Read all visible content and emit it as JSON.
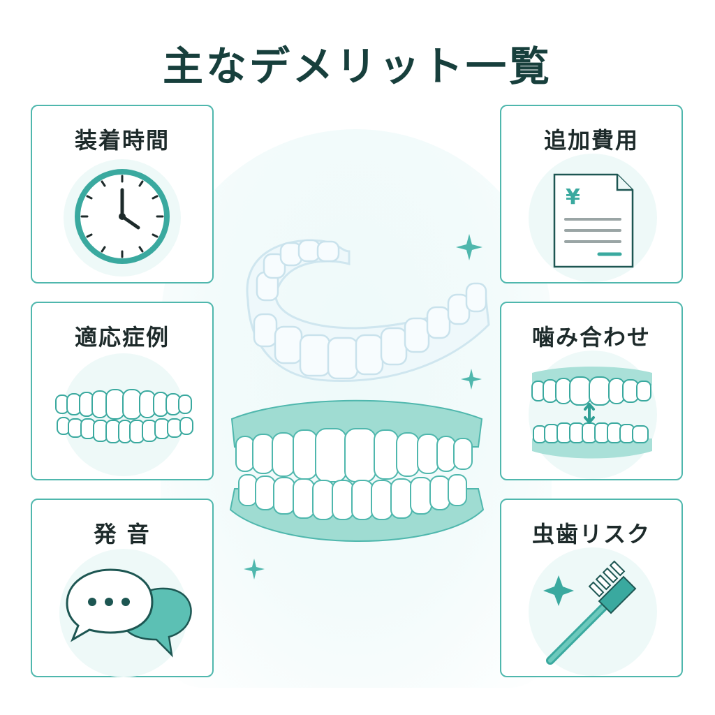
{
  "title": "主なデメリット一覧",
  "cards": {
    "wear_time": {
      "label": "装着時間",
      "icon": "clock-icon"
    },
    "indications": {
      "label": "適応症例",
      "icon": "teeth-row-icon"
    },
    "pronunciation": {
      "label": "発 音",
      "icon": "speech-bubbles-icon"
    },
    "extra_cost": {
      "label": "追加費用",
      "icon": "invoice-icon",
      "currency_symbol": "¥"
    },
    "bite": {
      "label": "噛み合わせ",
      "icon": "bite-alignment-icon"
    },
    "cavity_risk": {
      "label": "虫歯リスク",
      "icon": "toothbrush-icon"
    }
  },
  "center": {
    "aligner_icon": "clear-aligner-icon",
    "teeth_icon": "teeth-gums-icon",
    "sparkle_icon": "sparkle-icon"
  },
  "colors": {
    "accent": "#4fb7ad",
    "accent_dark": "#1d8f86",
    "gum": "#a9e0d8",
    "title": "#173f3c"
  }
}
